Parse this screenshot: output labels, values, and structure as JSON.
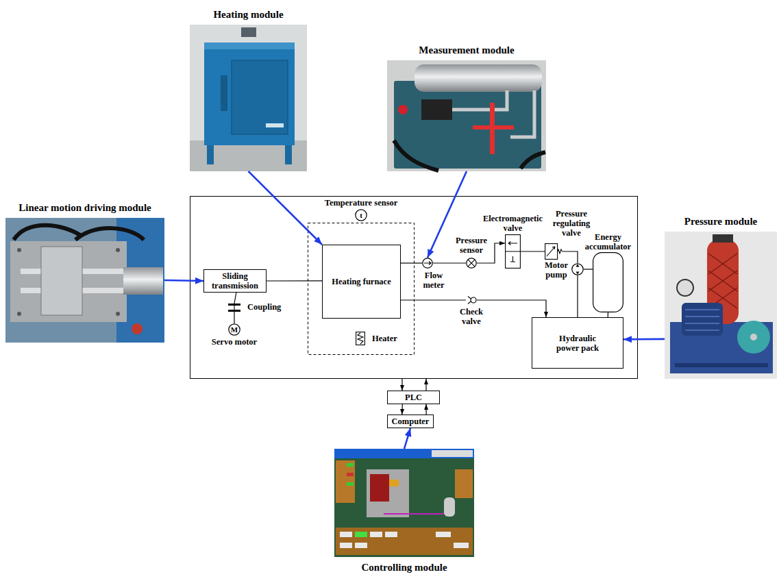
{
  "diagram": {
    "nodes": [
      {
        "text": [
          "Heating module"
        ]
      },
      {
        "text": [
          "Measurement module"
        ]
      },
      {
        "text": [
          "Linear motion driving module"
        ]
      },
      {
        "text": [
          "Temperature sensor",
          "t"
        ]
      },
      {
        "text": [
          "Electromagnetic valve"
        ]
      },
      {
        "text": [
          "Pressure regulating valve"
        ]
      },
      {
        "text": [
          "Pressure module"
        ]
      },
      {
        "text": [
          "Energy accumulator"
        ]
      },
      {
        "text": [
          "Sliding transmission"
        ]
      },
      {
        "text": [
          "Heating furnace"
        ]
      },
      {
        "text": [
          "Pressure sensor"
        ]
      },
      {
        "text": [
          "Flow meter"
        ]
      },
      {
        "text": [
          "Motor pump"
        ]
      },
      {
        "text": [
          "Coupling"
        ]
      },
      {
        "text": [
          "Check valve"
        ]
      },
      {
        "text": [
          "M",
          "Servo motor"
        ]
      },
      {
        "text": [
          "Heater"
        ]
      },
      {
        "text": [
          "Hydraulic power pack"
        ]
      },
      {
        "text": [
          "PLC"
        ]
      },
      {
        "text": [
          "Computer"
        ]
      },
      {
        "text": [
          "Controlling module"
        ]
      }
    ],
    "edges": [
      {
        "from": 2,
        "to": 8,
        "arrow": "to"
      },
      {
        "from": 0,
        "to": 9,
        "arrow": "to"
      },
      {
        "from": 1,
        "to": 11,
        "arrow": "to"
      },
      {
        "from": 6,
        "to": 17,
        "arrow": "to"
      },
      {
        "from": 20,
        "to": 19,
        "arrow": "to"
      },
      {
        "from": 8,
        "to": 9,
        "arrow": "none"
      },
      {
        "from": 8,
        "to": 13,
        "arrow": "none"
      },
      {
        "from": 13,
        "to": 15,
        "arrow": "none"
      },
      {
        "from": 9,
        "to": 11,
        "arrow": "none"
      },
      {
        "from": 11,
        "to": 10,
        "arrow": "none"
      },
      {
        "from": 10,
        "to": 4,
        "arrow": "to"
      },
      {
        "from": 4,
        "to": 5,
        "arrow": "none"
      },
      {
        "from": 5,
        "to": 12,
        "arrow": "none"
      },
      {
        "from": 12,
        "to": 17,
        "arrow": "none"
      },
      {
        "from": 12,
        "to": 7,
        "arrow": "none"
      },
      {
        "from": 7,
        "to": 17,
        "arrow": "none"
      },
      {
        "from": 9,
        "to": 14,
        "arrow": "none"
      },
      {
        "from": 14,
        "to": 17,
        "arrow": "to"
      },
      {
        "from": 18,
        "to": 19,
        "arrow": "to"
      },
      {
        "from": 19,
        "to": 18,
        "arrow": "to"
      }
    ]
  }
}
